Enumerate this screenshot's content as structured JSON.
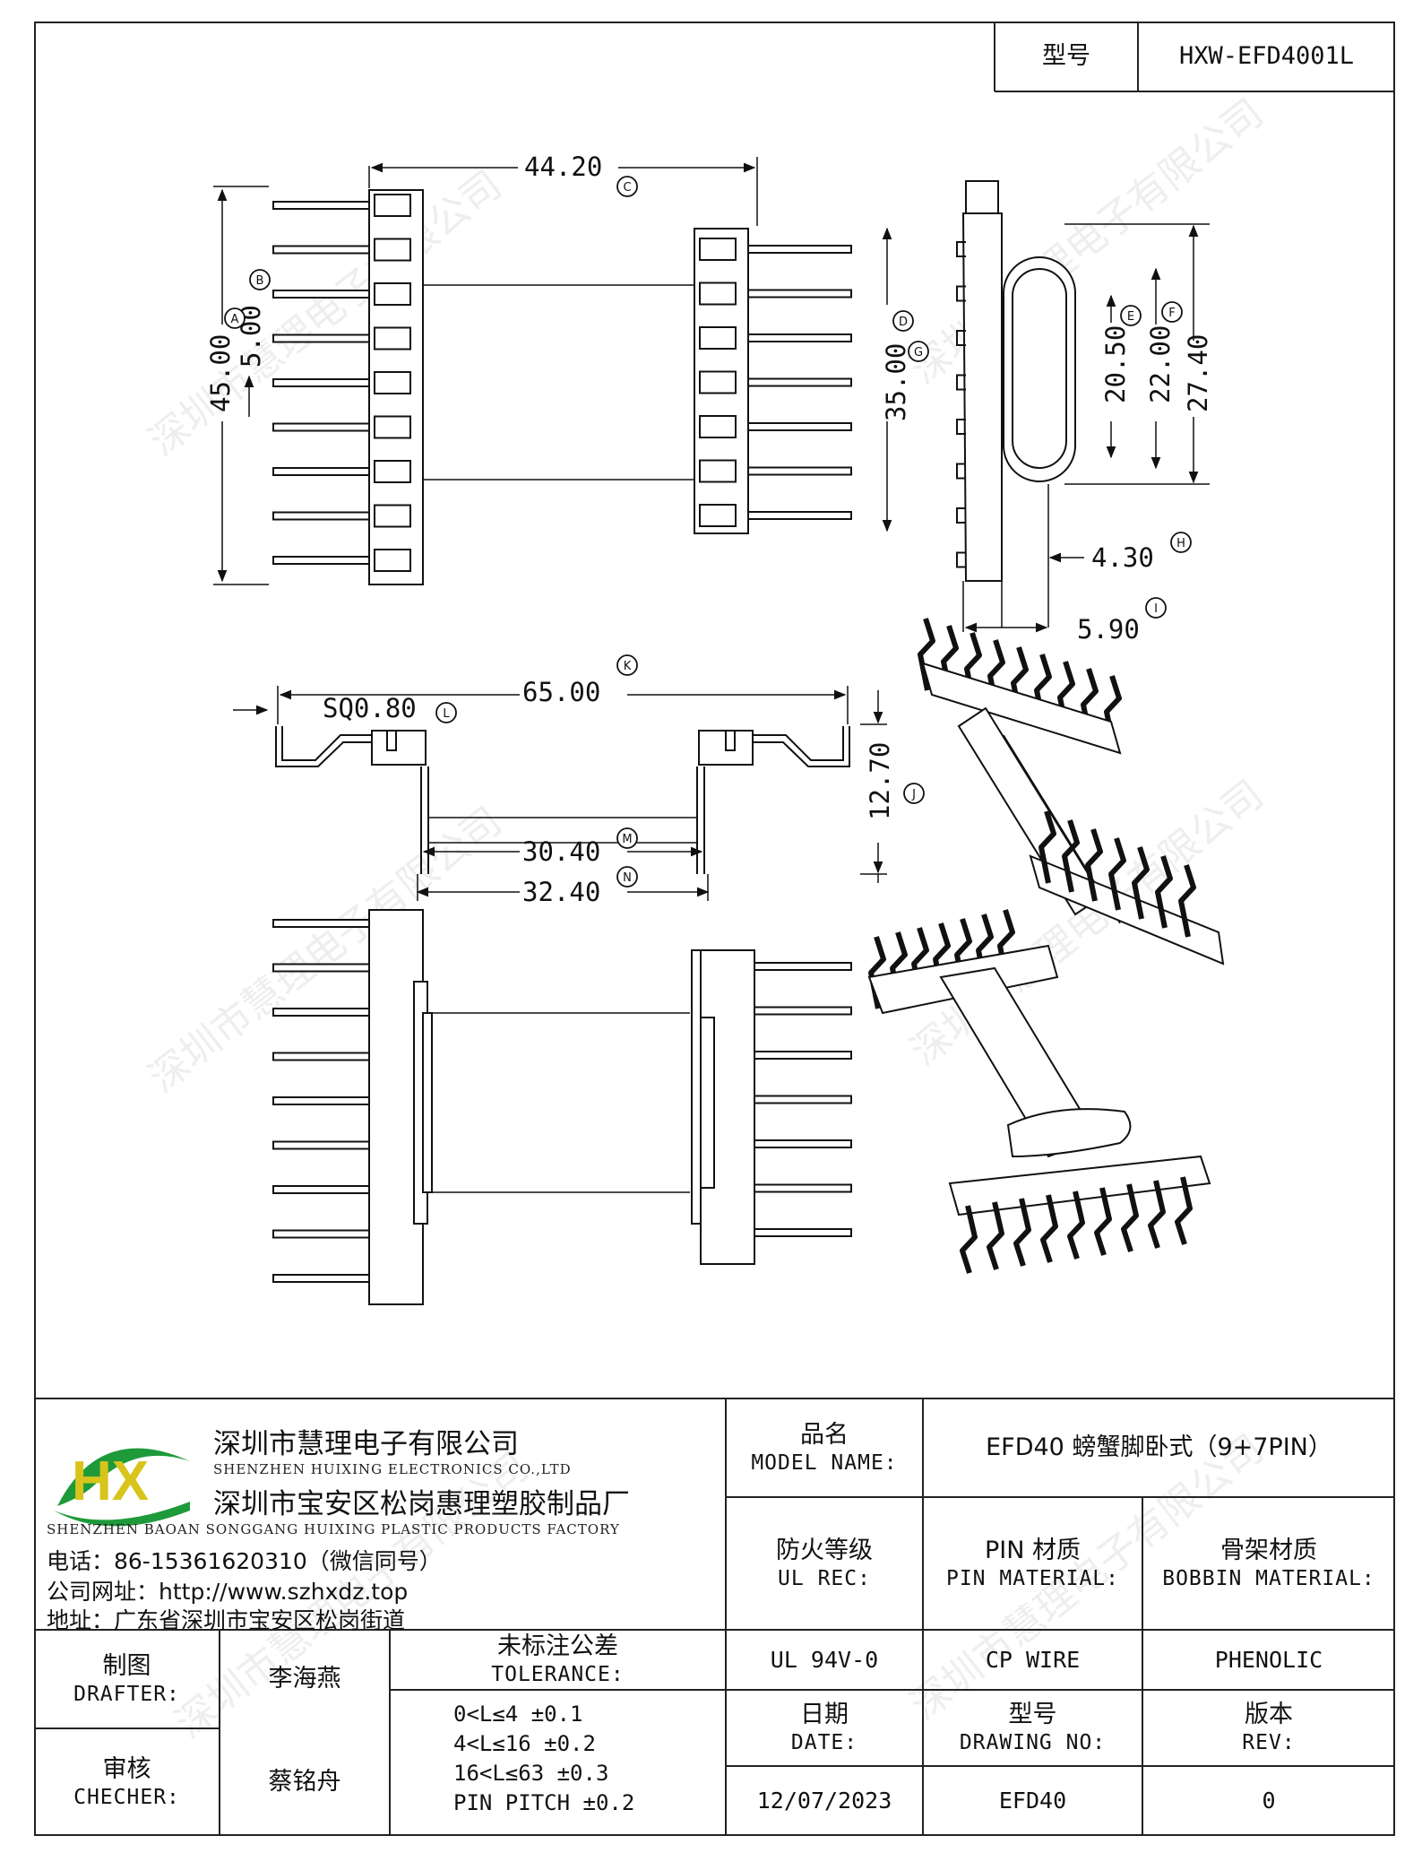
{
  "header": {
    "model_label": "型号",
    "model_value": "HXW-EFD4001L"
  },
  "dimensions": {
    "d44_20": "44.20",
    "d45_00": "45.00",
    "d5_00": "5.00",
    "d35_00": "35.00",
    "d20_50": "20.50",
    "d22_00": "22.00",
    "d27_40": "27.40",
    "d4_30": "4.30",
    "d5_90": "5.90",
    "sq0_80": "SQ0.80",
    "d65_00": "65.00",
    "d12_70": "12.70",
    "d30_40": "30.40",
    "d32_40": "32.40"
  },
  "markers": [
    "A",
    "B",
    "C",
    "D",
    "E",
    "F",
    "G",
    "H",
    "I",
    "J",
    "K",
    "L",
    "M",
    "N"
  ],
  "watermark": "深圳市慧理电子有限公司",
  "company": {
    "logo_text": "HX",
    "name_cn": "深圳市慧理电子有限公司",
    "name_en": "SHENZHEN HUIXING ELECTRONICS CO.,LTD",
    "factory_cn": "深圳市宝安区松岗惠理塑胶制品厂",
    "factory_en": "SHENZHEN BAOAN SONGGANG HUIXING PLASTIC PRODUCTS FACTORY",
    "phone": "电话：86-15361620310（微信同号）",
    "website": "公司网址：http://www.szhxdz.top",
    "address": "地址：广东省深圳市宝安区松岗街道"
  },
  "title_block": {
    "product_label_cn": "品名",
    "product_label_en": "MODEL NAME:",
    "product_value": "EFD40 螃蟹脚卧式（9+7PIN）",
    "fire_label_cn": "防火等级",
    "fire_label_en": "UL REC:",
    "pin_label_cn": "PIN 材质",
    "pin_label_en": "PIN MATERIAL:",
    "bobbin_label_cn": "骨架材质",
    "bobbin_label_en": "BOBBIN MATERIAL:",
    "fire_value": "UL 94V-0",
    "pin_value": "CP WIRE",
    "bobbin_value": "PHENOLIC",
    "drafter_cn": "制图",
    "drafter_en": "DRAFTER:",
    "drafter_name": "李海燕",
    "checker_cn": "审核",
    "checker_en": "CHECHER:",
    "checker_name": "蔡铭舟",
    "tolerance_cn": "未标注公差",
    "tolerance_en": "TOLERANCE:",
    "tolerances": [
      "0<L≤4  ±0.1",
      "4<L≤16 ±0.2",
      "16<L≤63 ±0.3",
      "PIN PITCH ±0.2"
    ],
    "date_label_cn": "日期",
    "date_label_en": "DATE:",
    "drawing_label_cn": "型号",
    "drawing_label_en": "DRAWING NO:",
    "rev_label_cn": "版本",
    "rev_label_en": "REV:",
    "date_value": "12/07/2023",
    "drawing_value": "EFD40",
    "rev_value": "0"
  }
}
